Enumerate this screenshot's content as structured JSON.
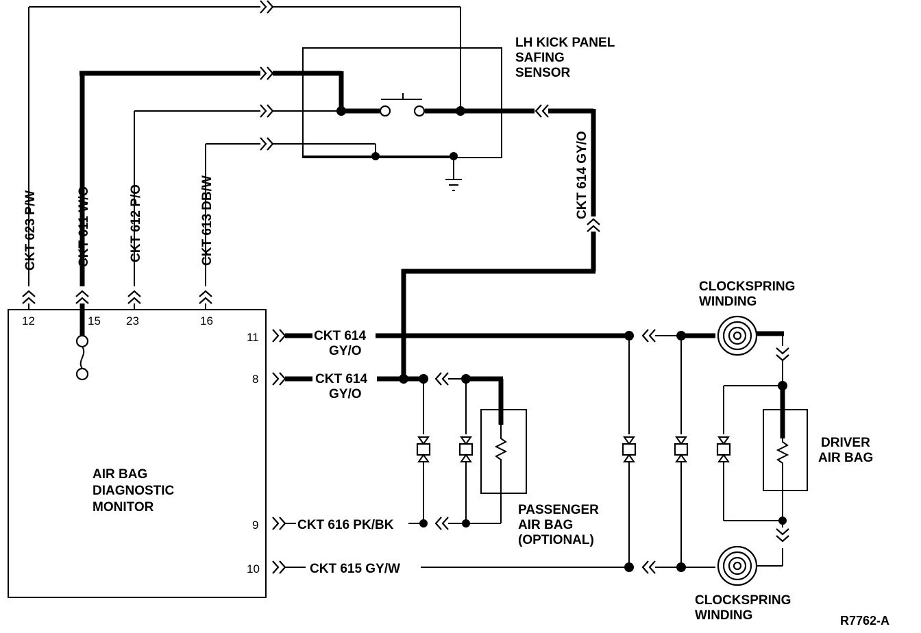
{
  "monitor": {
    "label_lines": [
      "AIR BAG",
      "DIAGNOSTIC",
      "MONITOR"
    ],
    "pins_top": [
      "12",
      "15",
      "23",
      "16"
    ],
    "pins_right": [
      "11",
      "8",
      "9",
      "10"
    ]
  },
  "sensor": {
    "label_lines": [
      "LH KICK PANEL",
      "SAFING",
      "SENSOR"
    ]
  },
  "circuits": {
    "ckt623": "CKT 623 P/W",
    "ckt611": "CKT 611 W/O",
    "ckt612": "CKT 612 P/O",
    "ckt613": "CKT 613 DB/W",
    "ckt614_vertical": "CKT 614 GY/O",
    "ckt614_pin11": [
      "CKT 614",
      "GY/O"
    ],
    "ckt614_pin8": [
      "CKT 614",
      "GY/O"
    ],
    "ckt616": "CKT 616 PK/BK",
    "ckt615": "CKT 615 GY/W"
  },
  "passenger": {
    "label_lines": [
      "PASSENGER",
      "AIR BAG",
      "(OPTIONAL)"
    ]
  },
  "driver": {
    "label_lines": [
      "DRIVER",
      "AIR BAG"
    ]
  },
  "clockspring_top": [
    "CLOCKSPRING",
    "WINDING"
  ],
  "clockspring_bottom": [
    "CLOCKSPRING",
    "WINDING"
  ],
  "figure_code": "R7762-A"
}
